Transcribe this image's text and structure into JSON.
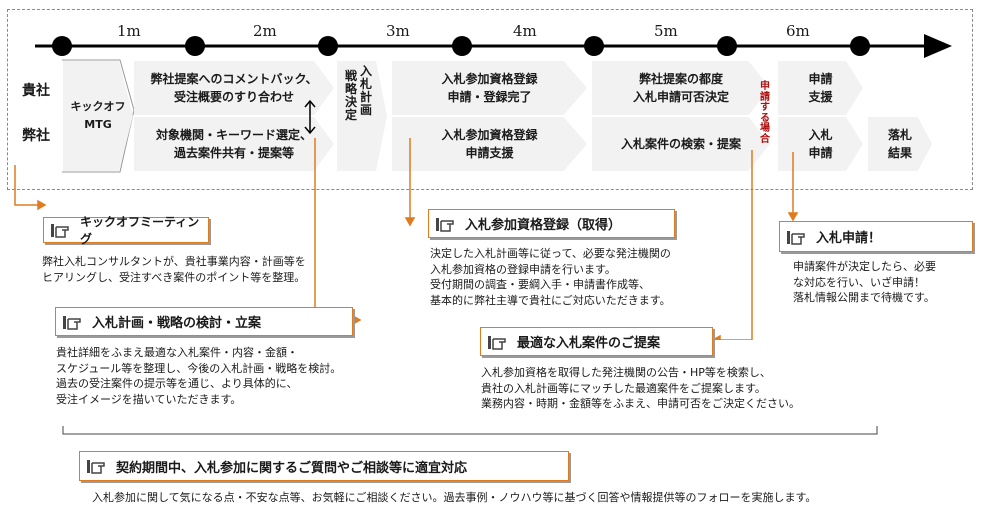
{
  "timeline": {
    "months": [
      "1m",
      "2m",
      "3m",
      "4m",
      "5m",
      "6m"
    ]
  },
  "rows": {
    "client": "貴社",
    "ours": "弊社"
  },
  "steps": {
    "kickoff": "キックオフ\nMTG",
    "proposal_feedback": "弊社提案へのコメントバック、\n受注概要のすり合わせ",
    "target_selection": "対象機関・キーワード選定、\n過去案件共有・提案等",
    "strategy": "戦略決定",
    "plan": "入札計画",
    "qualification_done": "入札参加資格登録\n申請・登録完了",
    "qualification_support": "入札参加資格登録\n申請支援",
    "decision": "弊社提案の都度\n入札申請可否決定",
    "search_proposal": "入札案件の検索・提案",
    "apply_if": "申請する場合",
    "apply_support": "申請\n支援",
    "bid_apply": "入札\n申請",
    "result": "落札\n結果"
  },
  "callouts": {
    "kickoff": {
      "title": "キックオフミーティング",
      "text": "弊社入札コンサルタントが、貴社事業内容・計画等を\nヒアリングし、受注すべき案件のポイント等を整理。"
    },
    "plan": {
      "title": "入札計画・戦略の検討・立案",
      "text": "貴社詳細をふまえ最適な入札案件・内容・金額・\nスケジュール等を整理し、今後の入札計画・戦略を検討。\n過去の受注案件の提示等を通じ、より具体的に、\n受注イメージを描いていただきます。"
    },
    "qualification": {
      "title": "入札参加資格登録（取得）",
      "text": "決定した入札計画等に従って、必要な発注機関の\n入札参加資格の登録申請を行います。\n受付期間の調査・要綱入手・申請書作成等、\n基本的に弊社主導で貴社にご対応いただきます。"
    },
    "application": {
      "title": "入札申請！",
      "text": "申請案件が決定したら、必要\nな対応を行い、いざ申請！\n落札情報公開まで待機です。"
    },
    "proposal": {
      "title": "最適な入札案件のご提案",
      "text": "入札参加資格を取得した発注機関の公告・HP等を検索し、\n貴社の入札計画等にマッチした最適案件をご提案します。\n業務内容・時期・金額等をふまえ、申請可否をご決定ください。"
    },
    "support": {
      "title": "契約期間中、入札参加に関するご質問やご相談等に適宜対応",
      "text": "入札参加に関して気になる点・不安な点等、お気軽にご相談ください。過去事例・ノウハウ等に基づく回答や情報提供等のフォローを実施します。"
    }
  },
  "colors": {
    "accent": "#e07b1f",
    "box": "#f2f2f2",
    "line": "#000000",
    "red": "#b01010"
  }
}
